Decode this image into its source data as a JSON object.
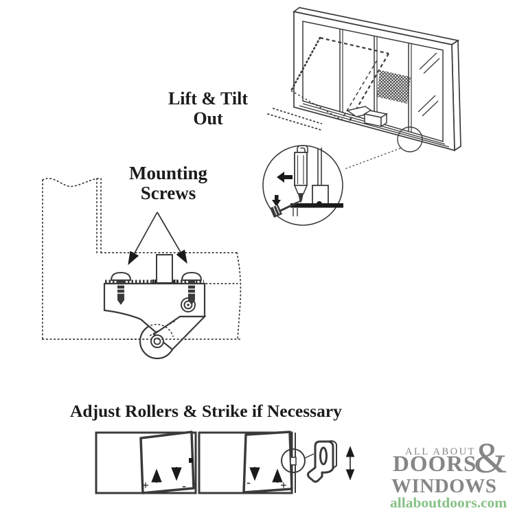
{
  "colors": {
    "background": "#ffffff",
    "line": "#3a3a3a",
    "ink": "#1b1b1b",
    "logo_gray": "#868686",
    "logo_green": "#86c186"
  },
  "labels": {
    "lift_tilt_line1": "Lift & Tilt",
    "lift_tilt_line2": "Out",
    "mounting_line1": "Mounting",
    "mounting_line2": "Screws",
    "adjust_heading": "Adjust Rollers & Strike if Necessary"
  },
  "adjust": {
    "left_door": {
      "left_sign": "+",
      "right_sign": "-"
    },
    "right_door": {
      "left_sign": "-",
      "right_sign": "+"
    }
  },
  "logo": {
    "line1": "ALL ABOUT",
    "ampersand": "&",
    "line2": "DOORS",
    "line3": "WINDOWS",
    "website": "allaboutdoors.com"
  }
}
